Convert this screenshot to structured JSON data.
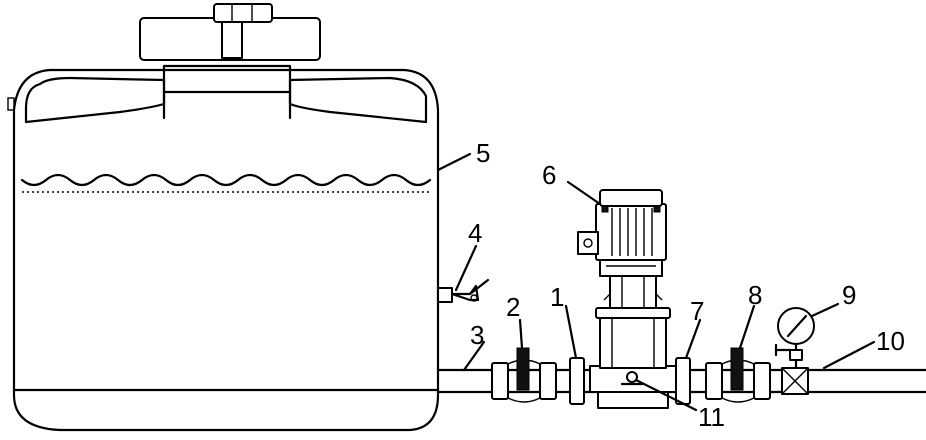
{
  "labels": {
    "l1": "1",
    "l2": "2",
    "l3": "3",
    "l4": "4",
    "l5": "5",
    "l6": "6",
    "l7": "7",
    "l8": "8",
    "l9": "9",
    "l10": "10",
    "l11": "11"
  },
  "colors": {
    "line": "#000000",
    "background": "#ffffff",
    "dark_fill": "#111111"
  }
}
